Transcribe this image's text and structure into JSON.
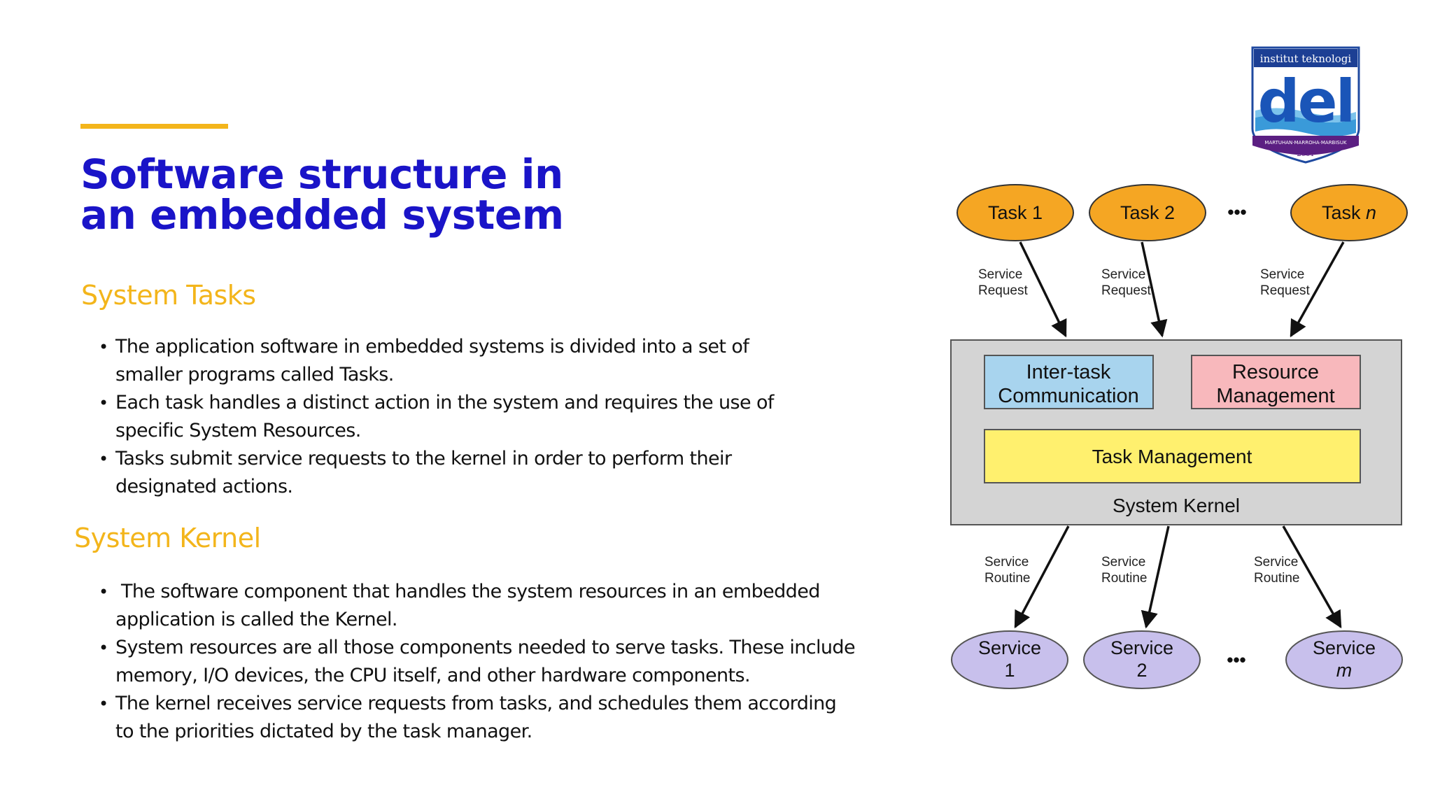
{
  "slide": {
    "title_line1": "Software structure in",
    "title_line2": "an embedded system",
    "accent_color": "#f3b51b",
    "title_color": "#1a14c8"
  },
  "logo": {
    "top_text": "institut teknologi",
    "name": "del",
    "motto": "MARTUHAN·MARROHA·MARBISUK",
    "year": "2001"
  },
  "tasks_section": {
    "heading": "System Tasks",
    "bullets": [
      [
        "The application software in embedded systems is divided into a set of",
        "smaller programs called Tasks."
      ],
      [
        "Each task handles a distinct action in the system and requires the use of",
        "specific System Resources."
      ],
      [
        "Tasks submit service requests to the kernel in order to perform their",
        "designated actions."
      ]
    ]
  },
  "kernel_section": {
    "heading": "System Kernel",
    "bullets": [
      [
        " The software component that handles the system resources in an embedded",
        "application is called the Kernel."
      ],
      [
        "System resources are all those components needed to serve tasks. These include",
        "memory, I/O devices, the CPU itself, and other hardware components."
      ],
      [
        "The kernel receives service requests from tasks, and schedules them according",
        "to the priorities dictated by the task manager."
      ]
    ]
  },
  "diagram": {
    "tasks": [
      {
        "label": "Task 1"
      },
      {
        "label": "Task 2"
      },
      {
        "label": "Task",
        "italic_suffix": "n"
      }
    ],
    "ellipsis": "•••",
    "request_label": [
      "Service",
      "Request"
    ],
    "routine_label": [
      "Service",
      "Routine"
    ],
    "kernel": {
      "label": "System Kernel",
      "inter_task": [
        "Inter-task",
        "Communication"
      ],
      "resource": [
        "Resource",
        "Management"
      ],
      "task_mgmt": "Task Management"
    },
    "services": [
      {
        "line1": "Service",
        "line2": "1"
      },
      {
        "line1": "Service",
        "line2": "2"
      },
      {
        "line1": "Service",
        "line2": "m"
      }
    ],
    "colors": {
      "task_fill": "#f5a623",
      "service_fill": "#c8c0ec",
      "kernel_fill": "#d4d4d4",
      "inter_task_fill": "#a8d4ee",
      "resource_fill": "#f8b8bc",
      "task_mgmt_fill": "#fff06e"
    }
  }
}
